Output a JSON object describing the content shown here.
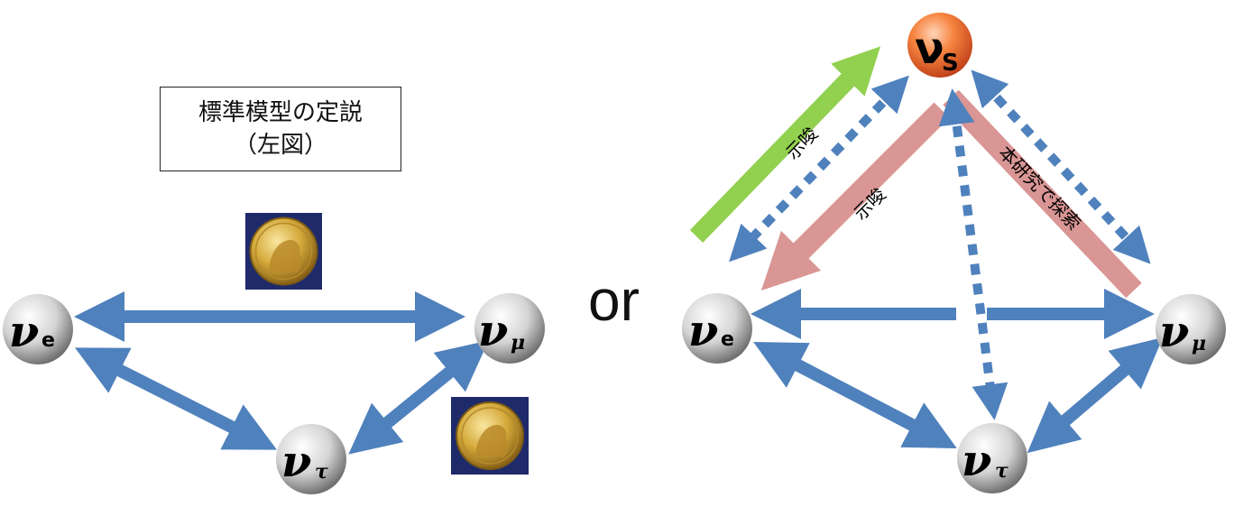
{
  "caption": {
    "line1": "標準模型の定説",
    "line2": "（左図）"
  },
  "connector": "or",
  "left_diagram": {
    "nodes": {
      "nu_e": {
        "symbol": "ν",
        "subscript": "e"
      },
      "nu_mu": {
        "symbol": "ν",
        "subscript": "μ"
      },
      "nu_tau": {
        "symbol": "ν",
        "subscript": "τ"
      }
    }
  },
  "right_diagram": {
    "nodes": {
      "nu_s": {
        "symbol": "ν",
        "subscript": "S"
      },
      "nu_e": {
        "symbol": "ν",
        "subscript": "e"
      },
      "nu_mu": {
        "symbol": "ν",
        "subscript": "μ"
      },
      "nu_tau": {
        "symbol": "ν",
        "subscript": "τ"
      }
    },
    "labels": {
      "green_arrow": "示唆",
      "pink_left_arrow": "示唆",
      "pink_right_arrow": "本研究で探索"
    }
  },
  "colors": {
    "blue_arrow": "#4f81bd",
    "green_arrow": "#92d050",
    "pink_arrow": "#d99694",
    "sterile_ball": "#f26c2c",
    "neutrino_ball": "#d9d9d9",
    "medal_bg": "#1f2a6b",
    "medal_gold": "#d4a93a"
  },
  "icons": [
    "nobel-medal-icon",
    "nobel-medal-icon"
  ]
}
